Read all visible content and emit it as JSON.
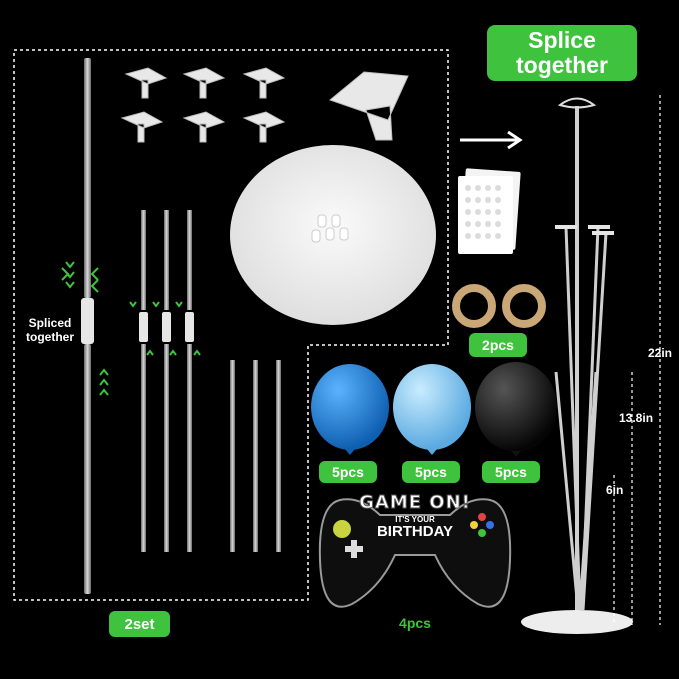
{
  "header": {
    "title": "Splice together"
  },
  "labels": {
    "spliced": "Spliced together",
    "set_count": "2set",
    "tape_count": "2pcs",
    "balloon_dark_blue_count": "5pcs",
    "balloon_light_blue_count": "5pcs",
    "balloon_black_count": "5pcs",
    "foil_count": "4pcs"
  },
  "dimensions": {
    "total_height": "22in",
    "mid_height": "13.8in",
    "low_height": "6in"
  },
  "foil_balloon": {
    "headline": "GAME ON!",
    "sub1": "IT'S YOUR",
    "sub2": "BIRTHDAY"
  },
  "colors": {
    "accent_green": "#3fc23d",
    "balloon_dark_blue": "#1e7fd6",
    "balloon_light_blue": "#7fc6f2",
    "balloon_black": "#111111"
  }
}
